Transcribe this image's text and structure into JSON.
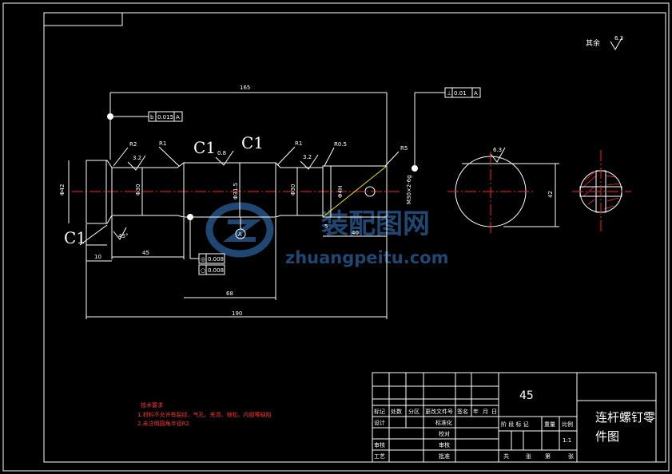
{
  "title_block": {
    "material": "45",
    "drawing_name_line1": "连杆螺钉零",
    "drawing_name_line2": "件图",
    "row_headers": [
      "标记",
      "处数",
      "分区",
      "更改文件号",
      "签名",
      "年",
      "月",
      "日"
    ],
    "designer": "设计",
    "standardization": "标准化",
    "review": "审核",
    "process": "工艺",
    "stage_mark": "阶 段 标 记",
    "weight": "重量",
    "scale_label": "比例",
    "scale": "1:1",
    "sheets_total": "共",
    "sheets_label": "张",
    "sheet_no": "第",
    "sheet_label": "张",
    "approve": "批准",
    "drafter": "审核",
    "checker": "校对"
  },
  "roughness_default": {
    "label": "其余",
    "value": "6.3"
  },
  "dimensions": {
    "overall_top": "165",
    "overall_bottom": "190",
    "length_45": "45",
    "length_10": "10",
    "length_68": "68",
    "length_40": "40",
    "dia_left": "Φ42",
    "dia_mid": "Φ30",
    "dia_center": "Φ31.5",
    "dia_right": "Φ30",
    "thread": "M30×2-6g",
    "bore": "Φ4H",
    "small_5": "5",
    "circle_dia": "42"
  },
  "chamfers": [
    "C1",
    "C1",
    "C1"
  ],
  "surface_marks": {
    "r2": "R2",
    "r1a": "R1",
    "r1b": "R1",
    "r0_5": "R0.5",
    "r5": "R5",
    "ra_3_2_left": "3.2",
    "ra_0_8": "0.8",
    "ra_3_2_right": "3.2",
    "ra_6_3": "6.3",
    "angle": "45°"
  },
  "tolerances": {
    "top_frame": [
      "b",
      "0.015",
      "A"
    ],
    "right_frame": [
      "⊥",
      "0.01",
      "A"
    ],
    "lower_frame1": [
      "◎",
      "0.008"
    ],
    "lower_frame2": [
      "○",
      "0.008"
    ],
    "datum": "A"
  },
  "technical_requirements": {
    "title": "技术要求",
    "items": [
      "1.材料不允许有裂纹、气孔、夹渣、缩松、内部等缺陷",
      "2.未注明圆角半径R2"
    ]
  },
  "watermark": {
    "brand": "装配图网",
    "url": "zhuangpeitu.com"
  }
}
